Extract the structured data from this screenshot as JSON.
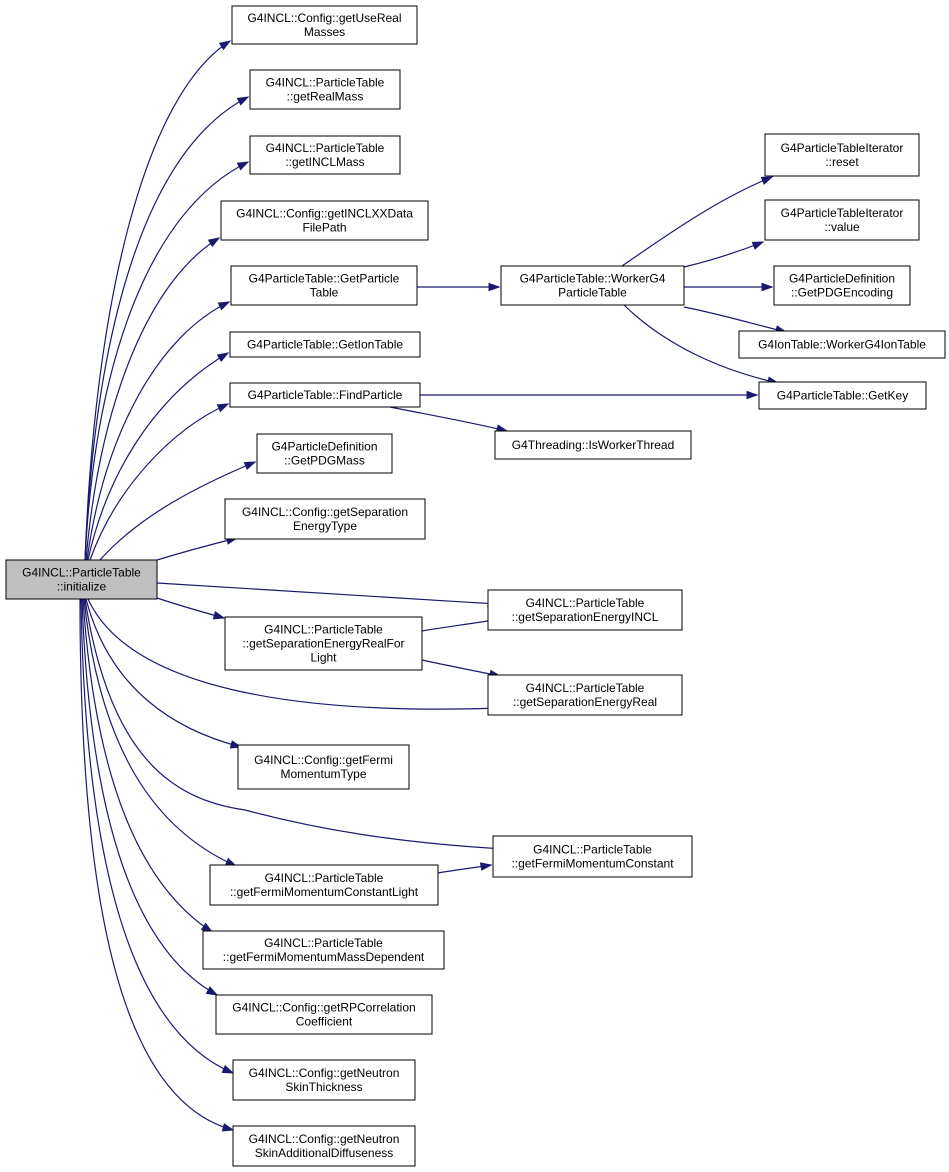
{
  "diagram": {
    "nodes": [
      {
        "id": "root",
        "lines": [
          "G4INCL::ParticleTable",
          "::initialize"
        ],
        "root": true
      },
      {
        "id": "getUseRealMasses",
        "lines": [
          "G4INCL::Config::getUseReal",
          "Masses"
        ]
      },
      {
        "id": "getRealMass",
        "lines": [
          "G4INCL::ParticleTable",
          "::getRealMass"
        ]
      },
      {
        "id": "getINCLMass",
        "lines": [
          "G4INCL::ParticleTable",
          "::getINCLMass"
        ]
      },
      {
        "id": "getINCLXXDataFilePath",
        "lines": [
          "G4INCL::Config::getINCLXXData",
          "FilePath"
        ]
      },
      {
        "id": "GetParticleTable",
        "lines": [
          "G4ParticleTable::GetParticle",
          "Table"
        ]
      },
      {
        "id": "GetIonTable",
        "lines": [
          "G4ParticleTable::GetIonTable"
        ]
      },
      {
        "id": "FindParticle",
        "lines": [
          "G4ParticleTable::FindParticle"
        ]
      },
      {
        "id": "GetPDGMass",
        "lines": [
          "G4ParticleDefinition",
          "::GetPDGMass"
        ]
      },
      {
        "id": "getSeparationEnergyType",
        "lines": [
          "G4INCL::Config::getSeparation",
          "EnergyType"
        ]
      },
      {
        "id": "getSeparationEnergyRealForLight",
        "lines": [
          "G4INCL::ParticleTable",
          "::getSeparationEnergyRealFor",
          "Light"
        ]
      },
      {
        "id": "getFermiMomentumType",
        "lines": [
          "G4INCL::Config::getFermi",
          "MomentumType"
        ]
      },
      {
        "id": "getFermiMomentumConstantLight",
        "lines": [
          "G4INCL::ParticleTable",
          "::getFermiMomentumConstantLight"
        ]
      },
      {
        "id": "getFermiMomentumMassDependent",
        "lines": [
          "G4INCL::ParticleTable",
          "::getFermiMomentumMassDependent"
        ]
      },
      {
        "id": "getRPCorrelationCoefficient",
        "lines": [
          "G4INCL::Config::getRPCorrelation",
          "Coefficient"
        ]
      },
      {
        "id": "getNeutronSkinThickness",
        "lines": [
          "G4INCL::Config::getNeutron",
          "SkinThickness"
        ]
      },
      {
        "id": "getNeutronSkinAdditionalDiffuseness",
        "lines": [
          "G4INCL::Config::getNeutron",
          "SkinAdditionalDiffuseness"
        ]
      },
      {
        "id": "WorkerG4ParticleTable",
        "lines": [
          "G4ParticleTable::WorkerG4",
          "ParticleTable"
        ]
      },
      {
        "id": "IsWorkerThread",
        "lines": [
          "G4Threading::IsWorkerThread"
        ]
      },
      {
        "id": "getSeparationEnergyINCL",
        "lines": [
          "G4INCL::ParticleTable",
          "::getSeparationEnergyINCL"
        ]
      },
      {
        "id": "getSeparationEnergyReal",
        "lines": [
          "G4INCL::ParticleTable",
          "::getSeparationEnergyReal"
        ]
      },
      {
        "id": "getFermiMomentumConstant",
        "lines": [
          "G4INCL::ParticleTable",
          "::getFermiMomentumConstant"
        ]
      },
      {
        "id": "reset",
        "lines": [
          "G4ParticleTableIterator",
          "::reset"
        ]
      },
      {
        "id": "value",
        "lines": [
          "G4ParticleTableIterator",
          "::value"
        ]
      },
      {
        "id": "GetPDGEncoding",
        "lines": [
          "G4ParticleDefinition",
          "::GetPDGEncoding"
        ]
      },
      {
        "id": "WorkerG4IonTable",
        "lines": [
          "G4IonTable::WorkerG4IonTable"
        ]
      },
      {
        "id": "GetKey",
        "lines": [
          "G4ParticleTable::GetKey"
        ]
      }
    ],
    "edges": [
      [
        "root",
        "getUseRealMasses"
      ],
      [
        "root",
        "getRealMass"
      ],
      [
        "root",
        "getINCLMass"
      ],
      [
        "root",
        "getINCLXXDataFilePath"
      ],
      [
        "root",
        "GetParticleTable"
      ],
      [
        "root",
        "GetIonTable"
      ],
      [
        "root",
        "FindParticle"
      ],
      [
        "root",
        "GetPDGMass"
      ],
      [
        "root",
        "getSeparationEnergyType"
      ],
      [
        "root",
        "getSeparationEnergyINCL"
      ],
      [
        "root",
        "getSeparationEnergyRealForLight"
      ],
      [
        "root",
        "getSeparationEnergyReal"
      ],
      [
        "root",
        "getFermiMomentumType"
      ],
      [
        "root",
        "getFermiMomentumConstant"
      ],
      [
        "root",
        "getFermiMomentumConstantLight"
      ],
      [
        "root",
        "getFermiMomentumMassDependent"
      ],
      [
        "root",
        "getRPCorrelationCoefficient"
      ],
      [
        "root",
        "getNeutronSkinThickness"
      ],
      [
        "root",
        "getNeutronSkinAdditionalDiffuseness"
      ],
      [
        "GetParticleTable",
        "WorkerG4ParticleTable"
      ],
      [
        "WorkerG4ParticleTable",
        "reset"
      ],
      [
        "WorkerG4ParticleTable",
        "value"
      ],
      [
        "WorkerG4ParticleTable",
        "GetPDGEncoding"
      ],
      [
        "WorkerG4ParticleTable",
        "WorkerG4IonTable"
      ],
      [
        "WorkerG4ParticleTable",
        "GetKey"
      ],
      [
        "FindParticle",
        "GetKey"
      ],
      [
        "FindParticle",
        "IsWorkerThread"
      ],
      [
        "getSeparationEnergyRealForLight",
        "getSeparationEnergyINCL"
      ],
      [
        "getSeparationEnergyRealForLight",
        "getSeparationEnergyReal"
      ],
      [
        "getFermiMomentumConstantLight",
        "getFermiMomentumConstant"
      ]
    ],
    "colors": {
      "edge": "#191970",
      "root_fill": "#bfbfbf",
      "node_fill": "#ffffff",
      "node_border": "#000000"
    }
  }
}
